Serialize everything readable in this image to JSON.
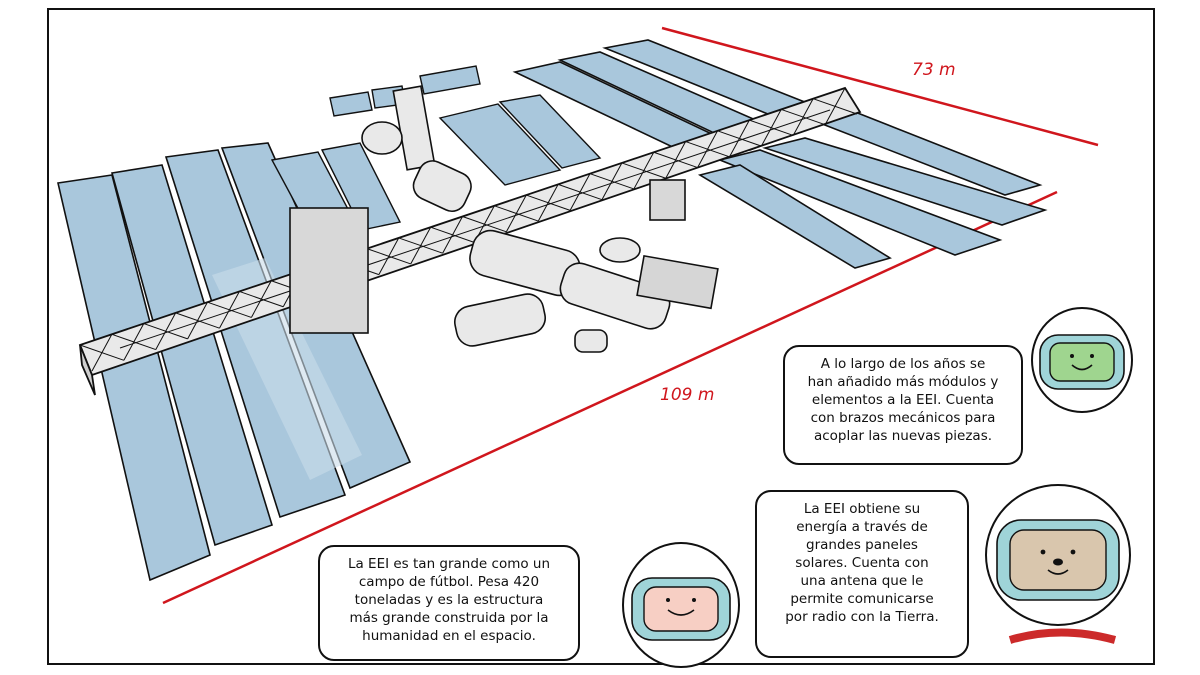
{
  "illustration": {
    "subject": "station-illustration",
    "colors": {
      "panel": "#a9c7dc",
      "panel_light": "#c9dcea",
      "outline": "#111111",
      "module": "#e9e9e9",
      "dimension": "#d0161d"
    }
  },
  "dimensions": {
    "length_label": "73 m",
    "width_label": "109 m"
  },
  "bubbles": {
    "left": "La EEI es tan grande como un\ncampo de fútbol. Pesa 420\ntoneladas y es la estructura\nmás grande construida por la\nhumanidad en el espacio.",
    "middle": "La EEI obtiene su\nenergía a través de\ngrandes paneles\nsolares. Cuenta con\nuna antena que le\npermite comunicarse\npor radio con la Tierra.",
    "top_right": "A lo largo de los años se\nhan añadido más módulos y\nelementos a la EEI. Cuenta\ncon brazos mecánicos para\nacoplar las nuevas piezas."
  },
  "characters": {
    "green_astronaut": {
      "visor": "#9fd58f",
      "ring": "#9fd4d8"
    },
    "pink_astronaut": {
      "visor": "#f7cfc4",
      "ring": "#9fd4d8"
    },
    "bear_astronaut": {
      "visor": "#d9c6ad",
      "ring": "#9fd4d8",
      "collar": "#cc2a2a"
    }
  }
}
